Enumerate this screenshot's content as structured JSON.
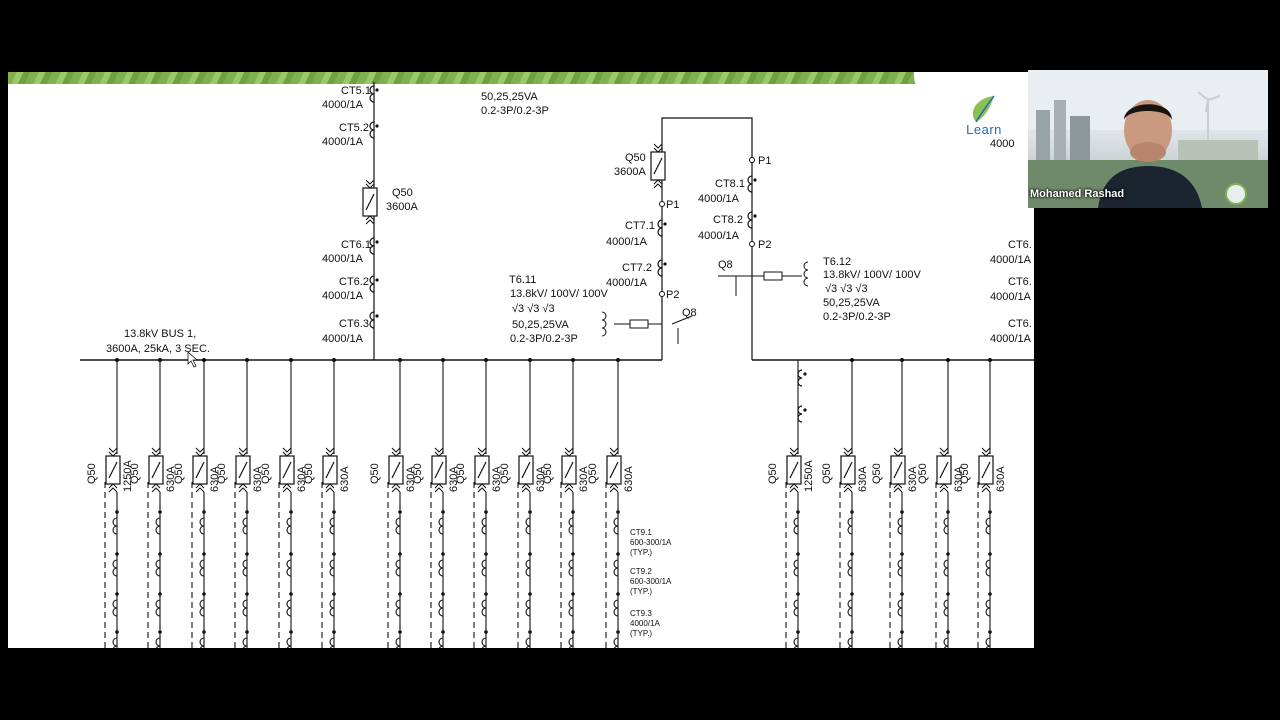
{
  "slide": {
    "bus_label_line1": "13.8kV BUS 1,",
    "bus_label_line2": "3600A, 25kA, 3 SEC.",
    "top_labels": {
      "ct51_name": "CT5.1",
      "ct51_ratio": "4000/1A",
      "ct52_name": "CT5.2",
      "ct52_ratio": "4000/1A",
      "q50_name": "Q50",
      "q50_rating": "3600A",
      "ct61_name": "CT6.1",
      "ct61_ratio": "4000/1A",
      "ct62_name": "CT6.2",
      "ct62_ratio": "4000/1A",
      "ct63_name": "CT6.3",
      "ct63_ratio": "4000/1A",
      "vt_top_rating": "50,25,25VA",
      "vt_top_class": "0.2-3P/0.2-3P"
    },
    "coupler": {
      "q50_name": "Q50",
      "q50_rating": "3600A",
      "p1_left": "P1",
      "p2_left": "P2",
      "ct71_name": "CT7.1",
      "ct71_ratio": "4000/1A",
      "ct72_name": "CT7.2",
      "ct72_ratio": "4000/1A",
      "p1_right": "P1",
      "p2_right": "P2",
      "ct81_name": "CT8.1",
      "ct81_ratio": "4000/1A",
      "ct82_name": "CT8.2",
      "ct82_ratio": "4000/1A"
    },
    "vt_left": {
      "name": "T6.11",
      "ratio": "13.8kV/ 100V/ 100V",
      "sqrt": "√3    √3    √3",
      "rating": "50,25,25VA",
      "class": "0.2-3P/0.2-3P",
      "switch": "Q8"
    },
    "vt_right": {
      "name": "T6.12",
      "ratio": "13.8kV/ 100V/ 100V",
      "sqrt": "√3    √3    √3",
      "rating": "50,25,25VA",
      "class": "0.2-3P/0.2-3P",
      "switch": "Q8"
    },
    "right_edge": {
      "ct61": "CT6.",
      "r1": "4000/1A",
      "ct62": "CT6.",
      "r2": "4000/1A",
      "ct63": "CT6.",
      "r3": "4000/1A",
      "top": "4000"
    },
    "feeder_switch_label": "Q50",
    "feeder_rating_main": "1250A",
    "feeder_rating": "630A",
    "ct_notes": {
      "ct91_name": "CT9.1",
      "ct91_ratio": "600-300/1A",
      "ct91_typ": "(TYP.)",
      "ct92_name": "CT9.2",
      "ct92_ratio": "600-300/1A",
      "ct92_typ": "(TYP.)",
      "ct93_name": "CT9.3",
      "ct93_ratio": "4000/1A",
      "ct93_typ": "(TYP.)"
    }
  },
  "logo": {
    "text": "Learn"
  },
  "webcam": {
    "participant_name": "Mohamed Rashad"
  },
  "colors": {
    "banner_green": "#7fb24e",
    "logo_blue": "#1f6fb5"
  }
}
